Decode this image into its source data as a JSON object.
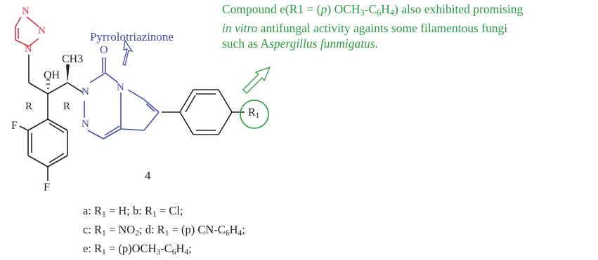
{
  "note": {
    "line1_a": "Compound e(R1 = (",
    "line1_p": "p",
    "line1_b": ") OCH",
    "line1_sub1": "3",
    "line1_c": "-C",
    "line1_sub2": "6",
    "line1_d": "H",
    "line1_sub3": "4",
    "line1_e": ") also exhibited promising",
    "line2_italic": "in vitro",
    "line2_rest": " antifungal activity againts some filamentous fungi",
    "line3_a": "such as A",
    "line3_italic": "spergillus funmigatus",
    "line3_b": "."
  },
  "labels": {
    "pyrrolotriazinone": "Pyrrolotriazinone",
    "compound_number": "4",
    "oh": "OH",
    "ch3": "CH3",
    "o": "O",
    "r_left": "R",
    "r_right": "R",
    "f_top": "F",
    "f_bottom": "F",
    "n": "N",
    "r1": "R",
    "r1_sub": "1"
  },
  "substituents": [
    {
      "a1": "a: R",
      "s1": "1",
      "b1": " = H; b: R",
      "s2": "1",
      "c1": " = Cl;"
    },
    {
      "a1": "c: R",
      "s1": "1",
      "b1": " = NO",
      "s2": "2",
      "c1": "; d: R",
      "s3": "1",
      "d1": " = (p) CN-C",
      "s4": "6",
      "e1": "H",
      "s5": "4",
      "f1": ";"
    },
    {
      "a1": "e: R",
      "s1": "1",
      "b1": " = (p)OCH",
      "s2": "3",
      "c1": "-C",
      "s3": "6",
      "d1": "H",
      "s4": "4",
      "e1": ";"
    }
  ],
  "colors": {
    "green": "#2e9a46",
    "blue": "#4a4aa8",
    "red": "#d9364a",
    "black": "#222222"
  }
}
